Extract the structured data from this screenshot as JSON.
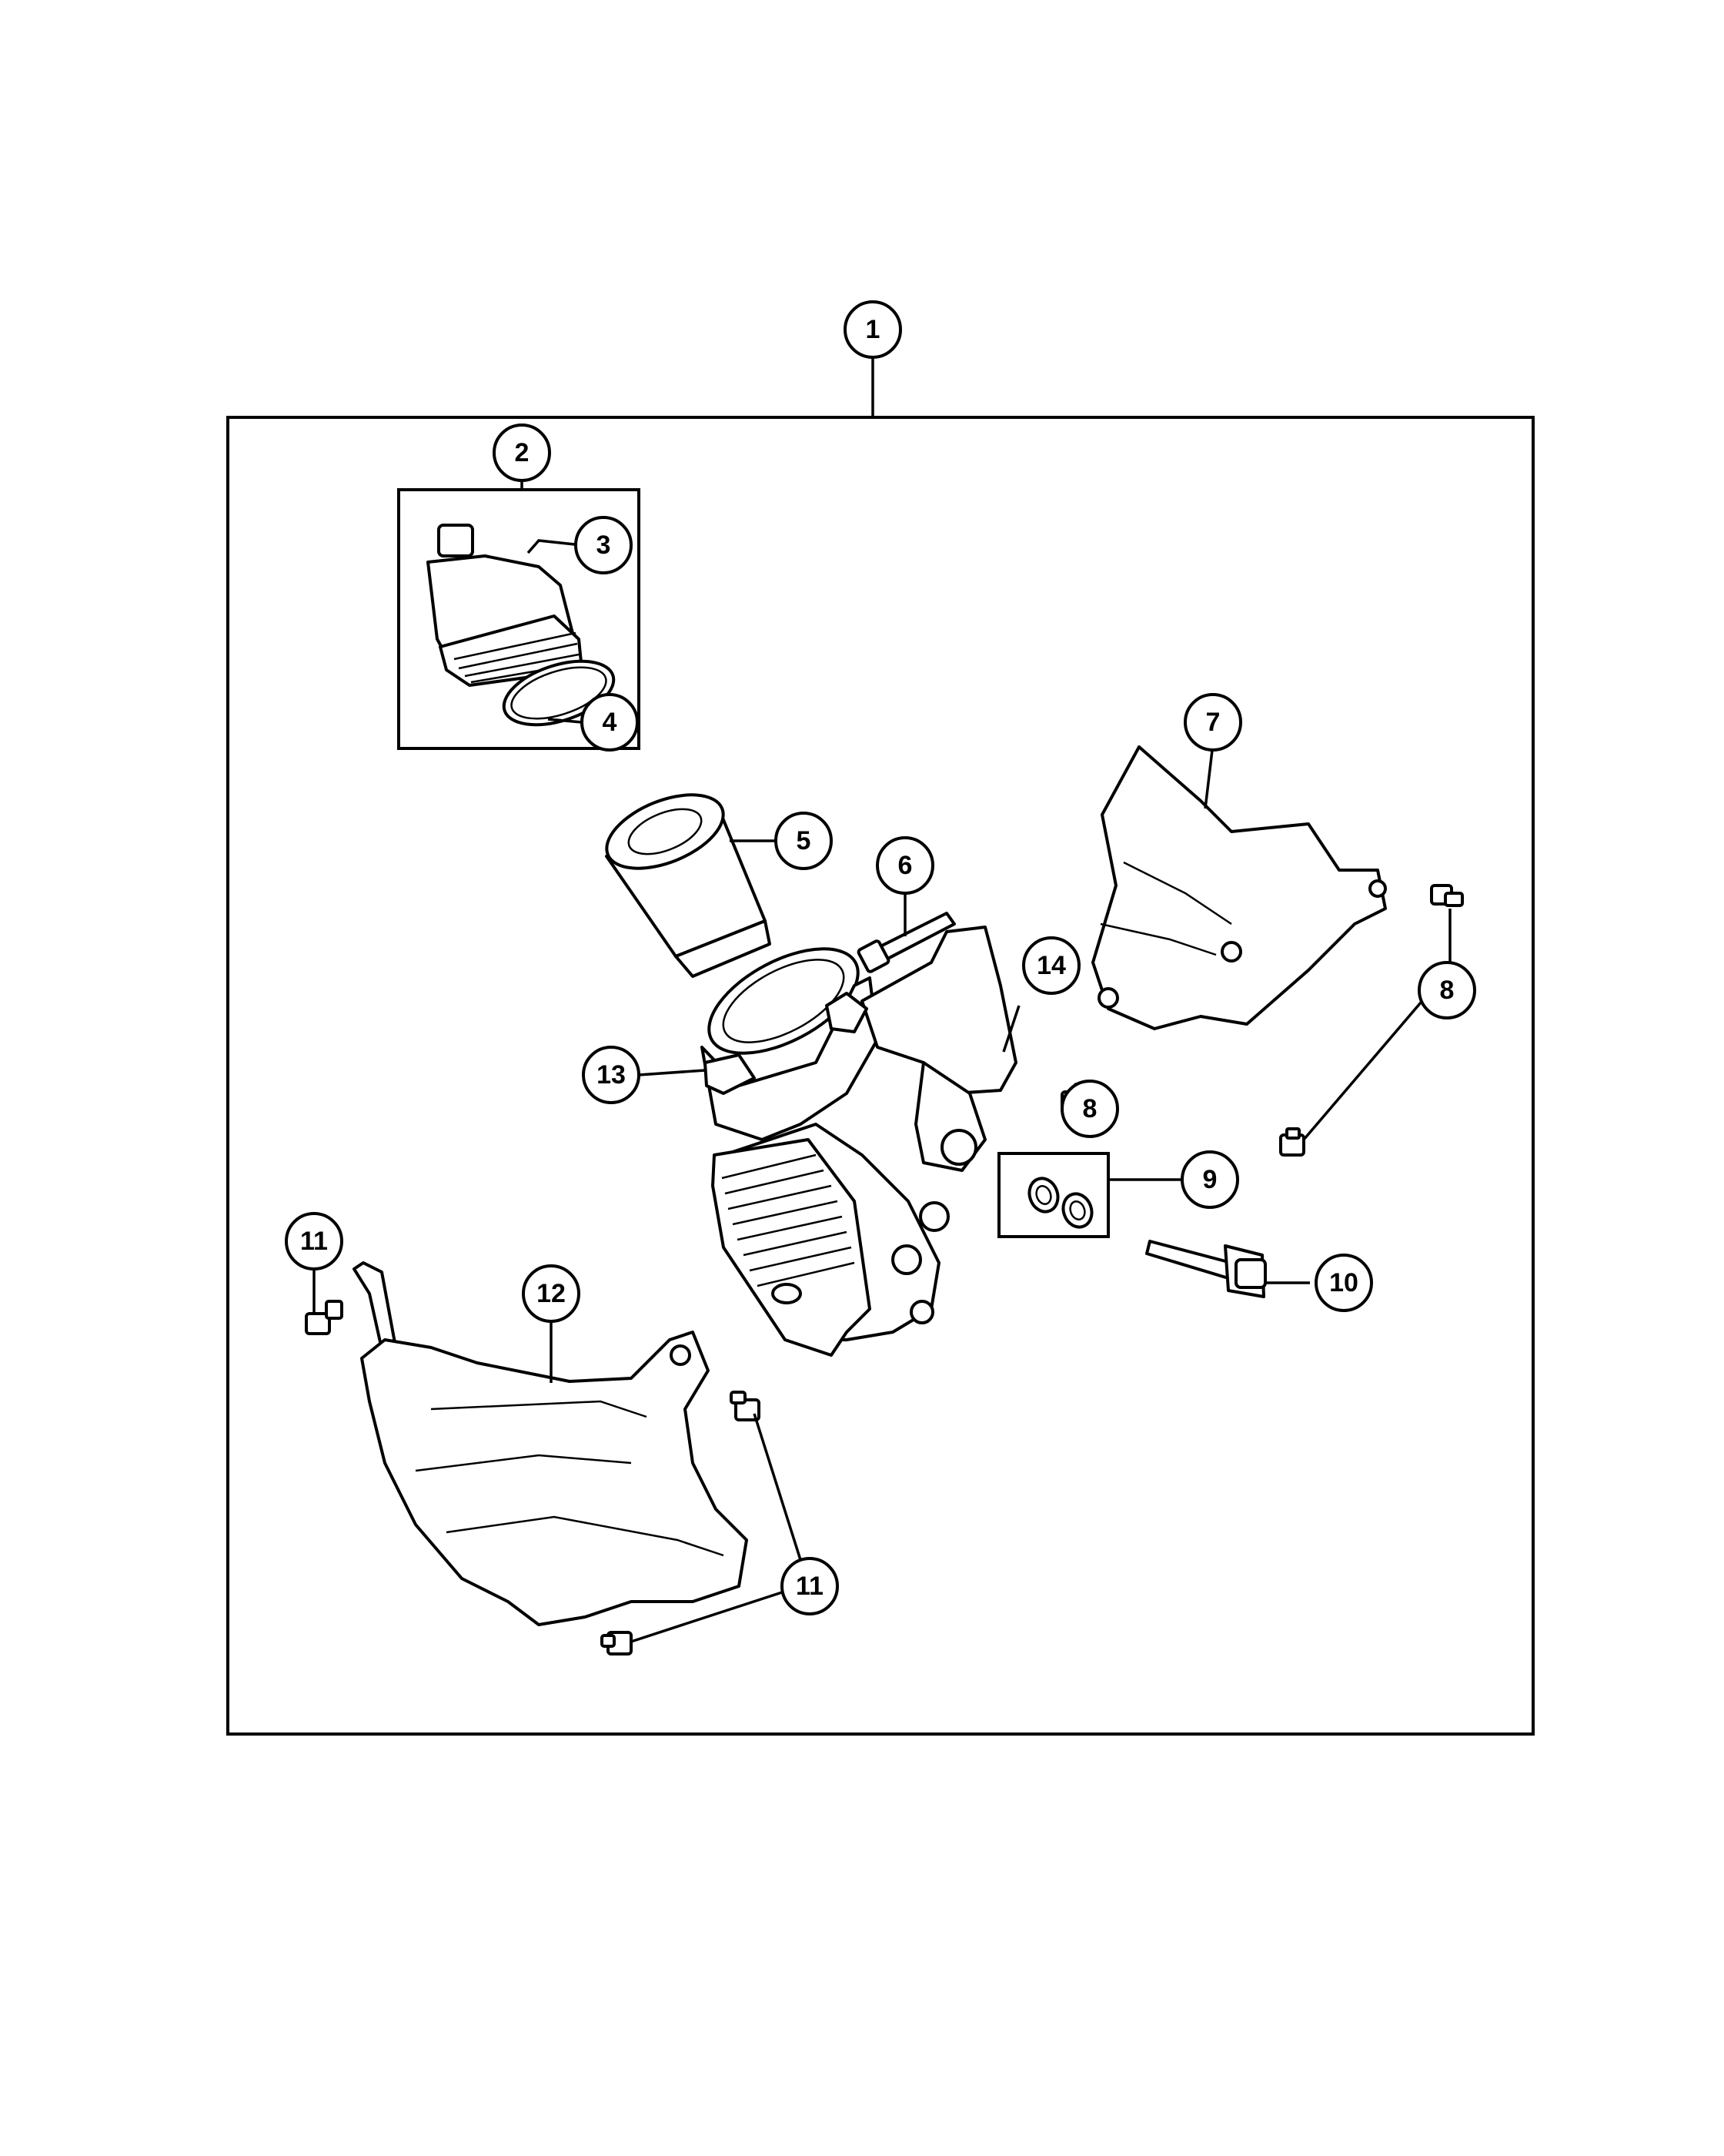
{
  "callouts": [
    {
      "id": "c1",
      "label": "1"
    },
    {
      "id": "c2",
      "label": "2"
    },
    {
      "id": "c3",
      "label": "3"
    },
    {
      "id": "c4",
      "label": "4"
    },
    {
      "id": "c5",
      "label": "5"
    },
    {
      "id": "c6",
      "label": "6"
    },
    {
      "id": "c7",
      "label": "7"
    },
    {
      "id": "c8a",
      "label": "8"
    },
    {
      "id": "c8b",
      "label": "8"
    },
    {
      "id": "c9",
      "label": "9"
    },
    {
      "id": "c10",
      "label": "10"
    },
    {
      "id": "c11a",
      "label": "11"
    },
    {
      "id": "c11b",
      "label": "11"
    },
    {
      "id": "c12",
      "label": "12"
    },
    {
      "id": "c13",
      "label": "13"
    },
    {
      "id": "c14",
      "label": "14"
    }
  ],
  "colors": {
    "line": "#000000",
    "background": "#ffffff"
  }
}
